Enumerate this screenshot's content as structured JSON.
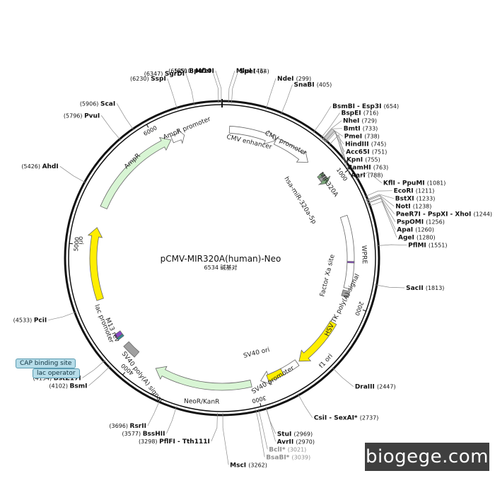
{
  "title": "pCMV-MIR320A(human)-Neo",
  "size_text": "6534 碱基对",
  "watermark": "biogege.com",
  "total_bp": 6534,
  "colors": {
    "backbone": "#111111",
    "arrow_green": "#d8f5d4",
    "yellow": "#ffee00",
    "gray": "#a0a0a0",
    "mir_green": "#79a779",
    "violet": "#8b48c8",
    "teal": "#2d8a98"
  },
  "ticks": [
    {
      "bp": 1000,
      "label": "1000"
    },
    {
      "bp": 2000,
      "label": "2000"
    },
    {
      "bp": 3000,
      "label": "3000"
    },
    {
      "bp": 4000,
      "label": "4000"
    },
    {
      "bp": 5000,
      "label": "5000"
    },
    {
      "bp": 6000,
      "label": "6000"
    }
  ],
  "sites": [
    {
      "name": "MluI",
      "pos": "(43)",
      "bp": 43
    },
    {
      "name": "SpeI",
      "pos": "(64)",
      "bp": 64
    },
    {
      "name": "NdeI",
      "pos": "(299)",
      "bp": 299
    },
    {
      "name": "SnaBI",
      "pos": "(405)",
      "bp": 405
    },
    {
      "name": "BsmBI - Esp3I",
      "pos": "(654)",
      "bp": 654
    },
    {
      "name": "BspEI",
      "pos": "(716)",
      "bp": 716
    },
    {
      "name": "NheI",
      "pos": "(729)",
      "bp": 729
    },
    {
      "name": "BmtI",
      "pos": "(733)",
      "bp": 733
    },
    {
      "name": "PmeI",
      "pos": "(738)",
      "bp": 738
    },
    {
      "name": "HindIII",
      "pos": "(745)",
      "bp": 745
    },
    {
      "name": "Acc65I",
      "pos": "(751)",
      "bp": 751
    },
    {
      "name": "KpnI",
      "pos": "(755)",
      "bp": 755
    },
    {
      "name": "BamHI",
      "pos": "(763)",
      "bp": 763
    },
    {
      "name": "AarI",
      "pos": "(788)",
      "bp": 788
    },
    {
      "name": "KflI - PpuMI",
      "pos": "(1081)",
      "bp": 1081
    },
    {
      "name": "EcoRI",
      "pos": "(1211)",
      "bp": 1211
    },
    {
      "name": "BstXI",
      "pos": "(1233)",
      "bp": 1233
    },
    {
      "name": "NotI",
      "pos": "(1238)",
      "bp": 1238
    },
    {
      "name": "PaeR7I - PspXI - XhoI",
      "pos": "(1244)",
      "bp": 1244
    },
    {
      "name": "PspOMI",
      "pos": "(1256)",
      "bp": 1256
    },
    {
      "name": "ApaI",
      "pos": "(1260)",
      "bp": 1260
    },
    {
      "name": "AgeI",
      "pos": "(1280)",
      "bp": 1280
    },
    {
      "name": "PflMI",
      "pos": "(1551)",
      "bp": 1551
    },
    {
      "name": "SacII",
      "pos": "(1813)",
      "bp": 1813
    },
    {
      "name": "DraIII",
      "pos": "(2447)",
      "bp": 2447
    },
    {
      "name": "CsiI - SexAI*",
      "pos": "(2737)",
      "bp": 2737
    },
    {
      "name": "StuI",
      "pos": "(2969)",
      "bp": 2969
    },
    {
      "name": "AvrII",
      "pos": "(2970)",
      "bp": 2970
    },
    {
      "name": "BclI*",
      "pos": "(3021)",
      "bp": 3021,
      "dim": true
    },
    {
      "name": "BsaBI*",
      "pos": "(3039)",
      "bp": 3039,
      "dim": true
    },
    {
      "name": "MscI",
      "pos": "(3262)",
      "bp": 3262
    },
    {
      "name": "PflFI - Tth111I",
      "pos": "(3298)",
      "bp": 3298
    },
    {
      "name": "BssHII",
      "pos": "(3577)",
      "bp": 3577
    },
    {
      "name": "RsrII",
      "pos": "(3696)",
      "bp": 3696
    },
    {
      "name": "BsmI",
      "pos": "(4102)",
      "bp": 4102
    },
    {
      "name": "BstZ17I",
      "pos": "(4154)",
      "bp": 4154
    },
    {
      "name": "PciI",
      "pos": "(4533)",
      "bp": 4533
    },
    {
      "name": "AhdI",
      "pos": "(5426)",
      "bp": 5426
    },
    {
      "name": "PvuI",
      "pos": "(5796)",
      "bp": 5796
    },
    {
      "name": "ScaI",
      "pos": "(5906)",
      "bp": 5906
    },
    {
      "name": "SspI",
      "pos": "(6230)",
      "bp": 6230
    },
    {
      "name": "SgrDI",
      "pos": "(6347)",
      "bp": 6347
    },
    {
      "name": "MfeI",
      "pos": "(6510)",
      "bp": 6510
    },
    {
      "name": "Bpu10I",
      "pos": "(6529)",
      "bp": 6529
    }
  ],
  "features": [
    {
      "label": "CMV enhancer",
      "start": 60,
      "end": 440,
      "kind": "arrow",
      "color": "#ffffff"
    },
    {
      "label": "CMV promoter",
      "start": 445,
      "end": 760,
      "kind": "arrow",
      "color": "#ffffff"
    },
    {
      "label": "MIR320A",
      "start": 900,
      "end": 990,
      "kind": "arrow",
      "color": "#79a779"
    },
    {
      "label": "hsa-miR-320a-5p",
      "start": 920,
      "end": 950,
      "kind": "box",
      "color": "#a0a0a0"
    },
    {
      "label": "WPRE",
      "start": 1290,
      "end": 1880,
      "kind": "box",
      "color": "#ffffff"
    },
    {
      "label": "Factor Xa site",
      "start": 1660,
      "end": 1672,
      "kind": "box",
      "color": "#8b48c8"
    },
    {
      "label": "HSV TK poly(A) signal",
      "start": 1900,
      "end": 1950,
      "kind": "box",
      "color": "#a0a0a0"
    },
    {
      "label": "f1 ori",
      "start": 2180,
      "end": 2600,
      "kind": "arrow",
      "color": "#ffee00"
    },
    {
      "label": "SV40 promoter",
      "start": 2620,
      "end": 2950,
      "kind": "arrow",
      "color": "#ffffff"
    },
    {
      "label": "SV40 ori",
      "start": 2760,
      "end": 2890,
      "kind": "box",
      "color": "#ffee00"
    },
    {
      "label": "NeoR/KanR",
      "start": 3030,
      "end": 3830,
      "kind": "arrow",
      "color": "#d8f5d4"
    },
    {
      "label": "SV40 poly(A) signal",
      "start": 4020,
      "end": 4140,
      "kind": "box",
      "color": "#a0a0a0"
    },
    {
      "label": "M13 rev",
      "start": 4205,
      "end": 4222,
      "kind": "box",
      "color": "#2d8a98"
    },
    {
      "label": "lac promoter",
      "start": 4225,
      "end": 4256,
      "kind": "box",
      "color": "#8b48c8"
    },
    {
      "label": "ori",
      "start": 4560,
      "end": 5150,
      "kind": "arrow",
      "color": "#ffee00"
    },
    {
      "label": "AmpR",
      "start": 5320,
      "end": 6110,
      "kind": "arrow",
      "color": "#d8f5d4"
    },
    {
      "label": "AmpR promoter",
      "start": 6120,
      "end": 6225,
      "kind": "arrow",
      "color": "#ffffff"
    }
  ],
  "tags": {
    "cap": "CAP binding site",
    "lac_operator": "lac operator"
  }
}
